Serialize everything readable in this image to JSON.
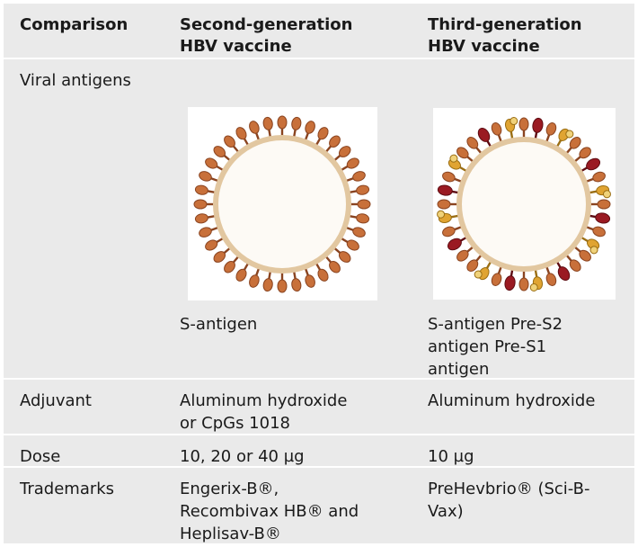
{
  "table": {
    "header": {
      "comparison": "Comparison",
      "second_gen": "Second-generation\nHBV vaccine",
      "third_gen": "Third-generation\nHBV vaccine"
    },
    "rows": {
      "viral_antigens": {
        "label": "Viral antigens",
        "second_gen": "S-antigen",
        "third_gen": "S-antigen Pre-S2\nantigen Pre-S1\nantigen"
      },
      "adjuvant": {
        "label": "Adjuvant",
        "second_gen": "Aluminum hydroxide\nor CpGs 1018",
        "third_gen": "Aluminum hydroxide"
      },
      "dose": {
        "label": "Dose",
        "second_gen": "10, 20 or 40 µg",
        "third_gen": "10 µg"
      },
      "trademarks": {
        "label": "Trademarks",
        "second_gen": "Engerix-B®,\nRecombivax HB® and\nHeplisav-B®",
        "third_gen": "PreHevbrio® (Sci-B-\nVax)"
      }
    }
  },
  "illustrations": {
    "second_gen": {
      "icon": "s-antigen-particle-icon",
      "spike_count": 36
    },
    "third_gen": {
      "icon": "multi-antigen-particle-icon",
      "spike_count": 36
    }
  },
  "colors": {
    "table_background": "#eaeaea",
    "divider": "#ffffff",
    "particle_fill": "#fdfaf5",
    "particle_ring": "#e2c7a0",
    "s_antigen": "#c8703a",
    "s_antigen_stroke": "#8a4420",
    "pre_s2": "#e0a432",
    "pre_s2_stroke": "#9a6e14",
    "pre_s1": "#9a1a22",
    "pre_s1_stroke": "#5e0c12"
  }
}
